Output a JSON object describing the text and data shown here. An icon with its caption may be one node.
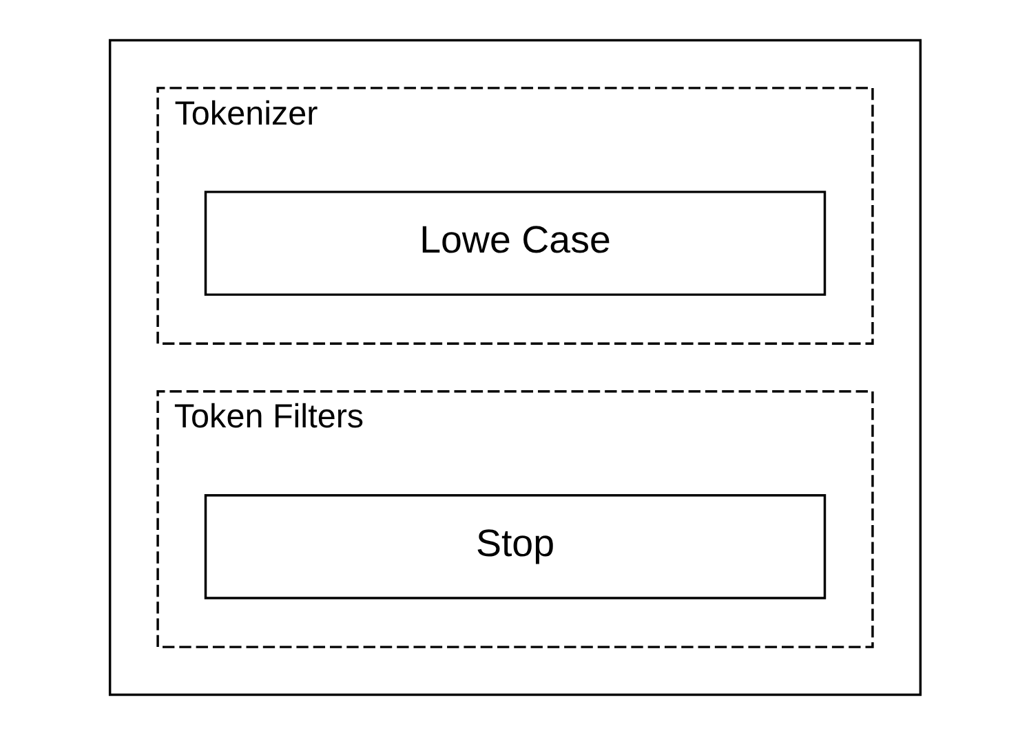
{
  "diagram": {
    "nodes": [
      {
        "text": [],
        "shape": "box"
      },
      {
        "text": [
          "Tokenizer"
        ],
        "in": 0
      },
      {
        "text": [
          "Lowe Case"
        ],
        "in": 1
      },
      {
        "text": [
          "Token Filters"
        ],
        "in": 0
      },
      {
        "text": [
          "Stop"
        ],
        "in": 3
      }
    ],
    "edges": []
  }
}
